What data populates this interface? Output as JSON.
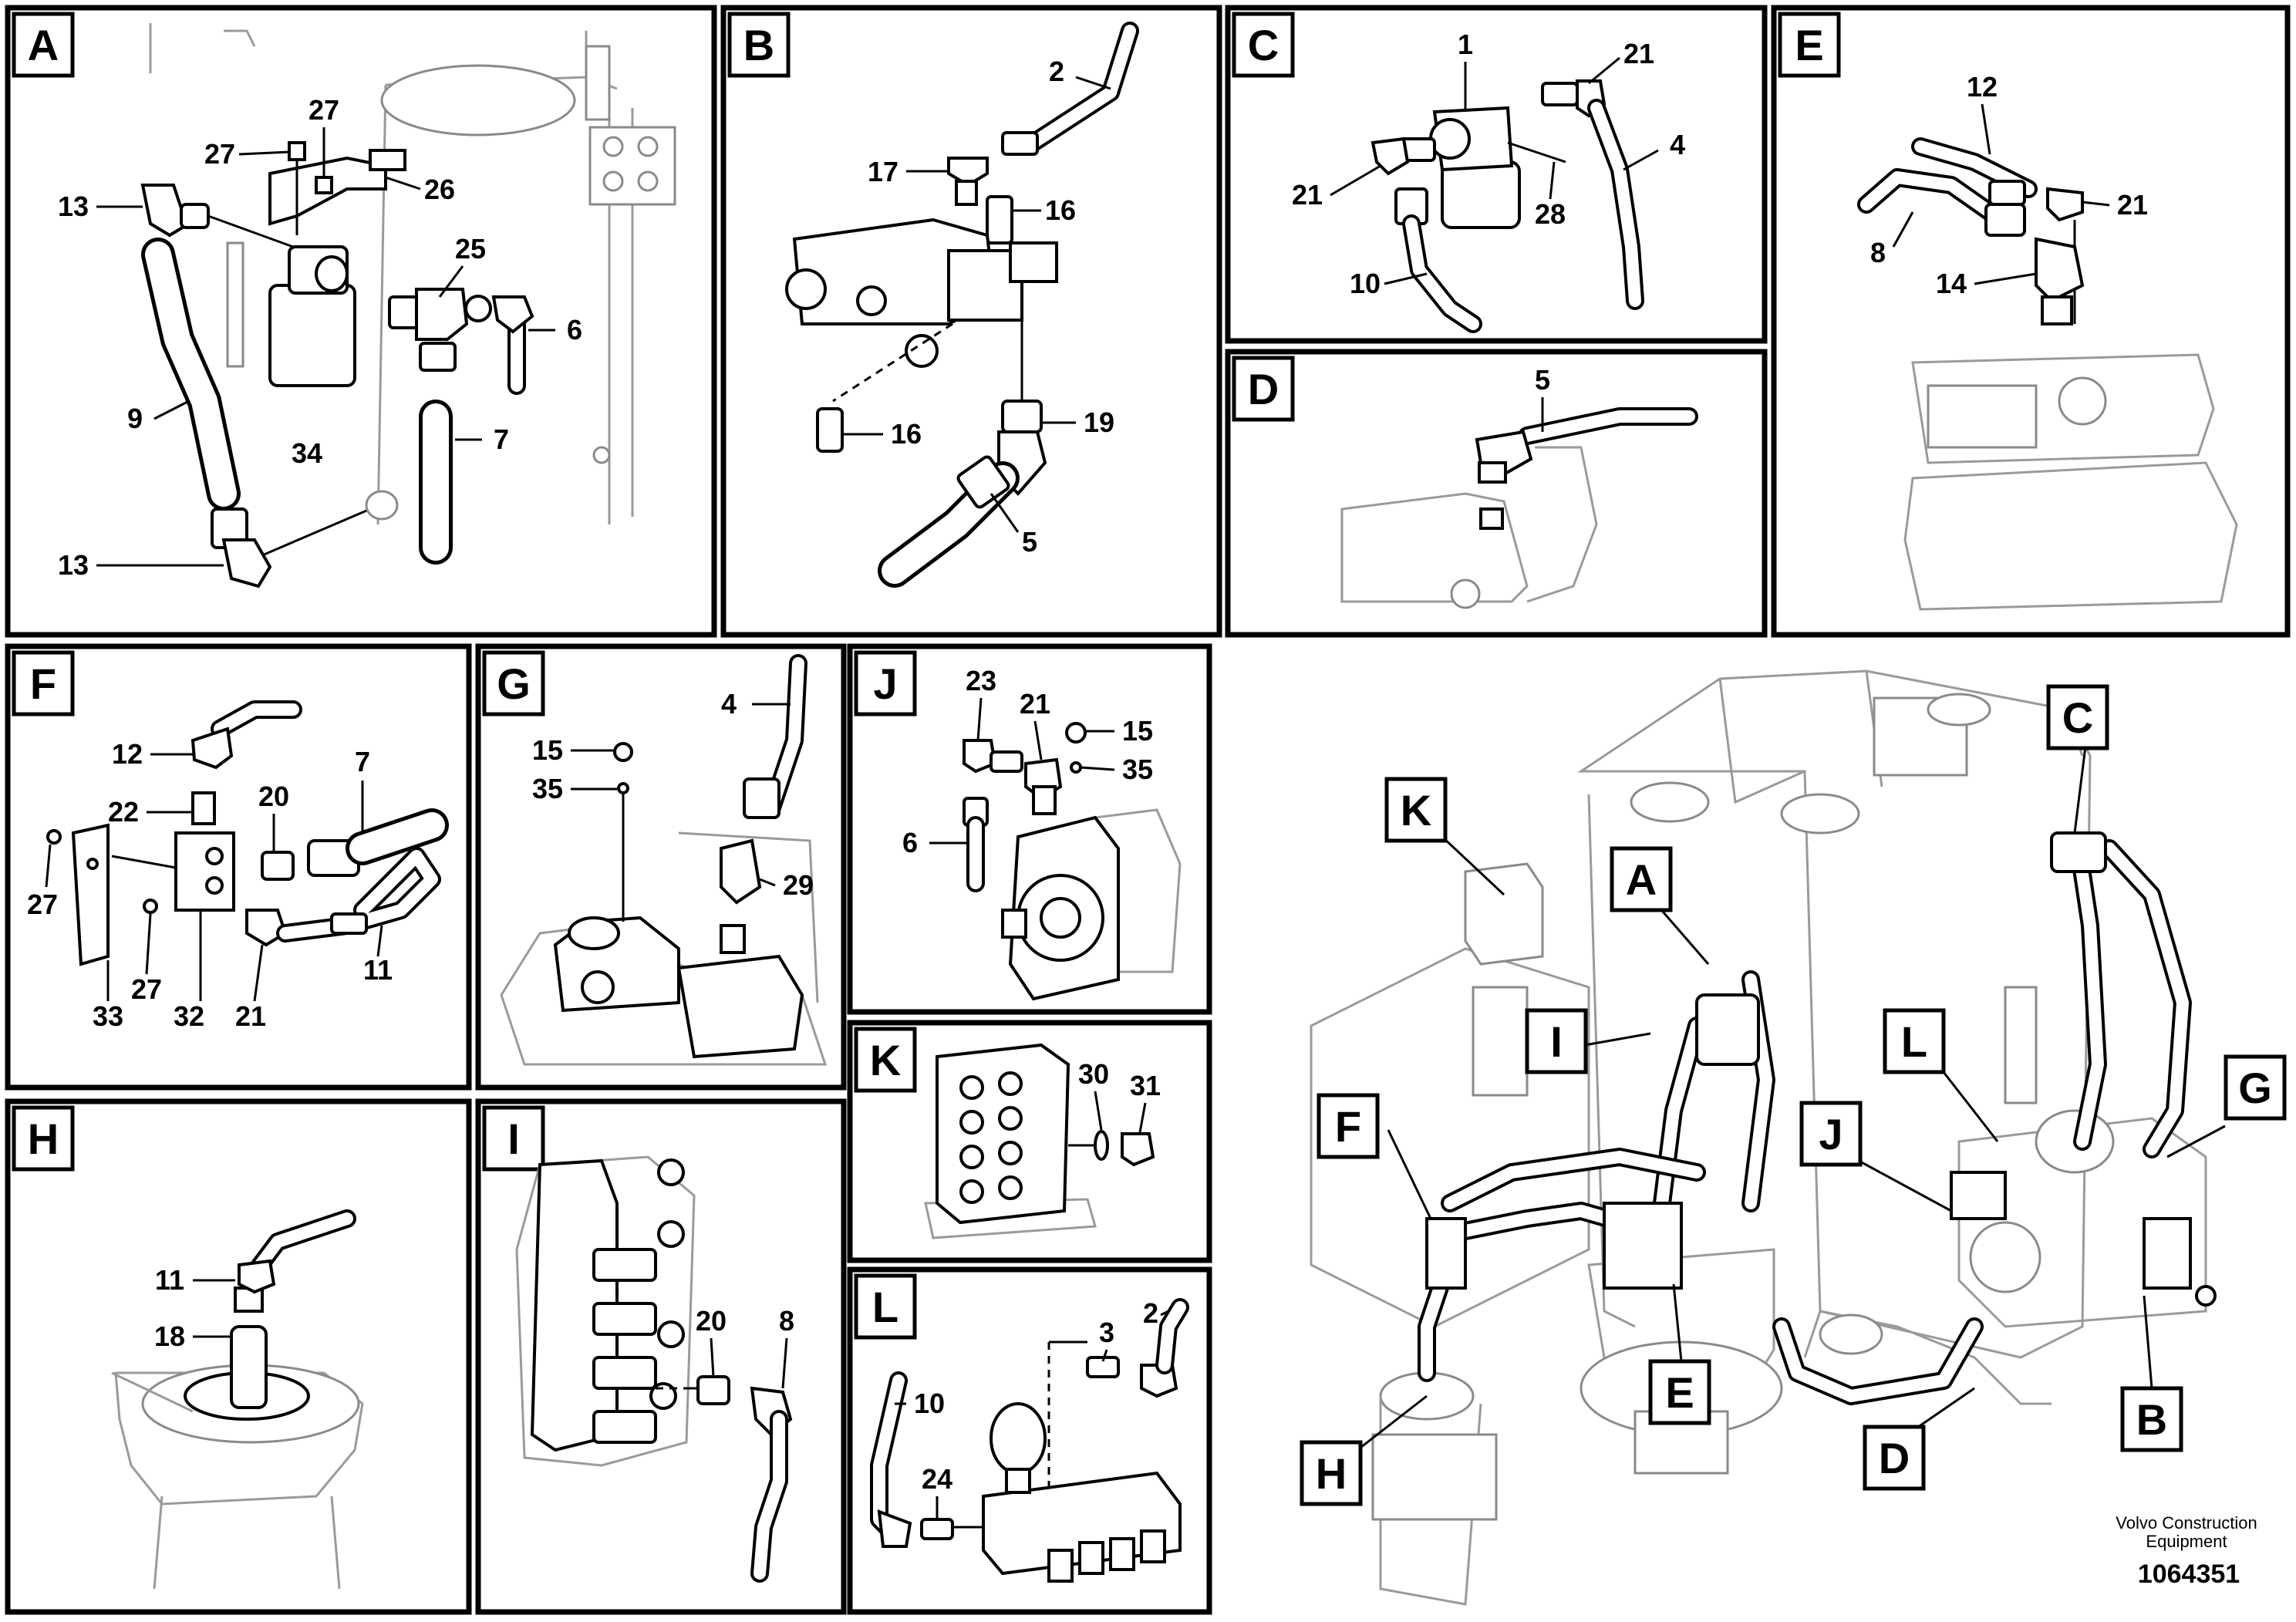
{
  "panels": {
    "A": {
      "tag": "A",
      "labels": [
        "27",
        "27",
        "13",
        "26",
        "25",
        "6",
        "9",
        "34",
        "7",
        "13"
      ]
    },
    "B": {
      "tag": "B",
      "labels": [
        "2",
        "17",
        "16",
        "16",
        "19",
        "5"
      ]
    },
    "C": {
      "tag": "C",
      "labels": [
        "1",
        "21",
        "21",
        "28",
        "4",
        "10"
      ]
    },
    "D": {
      "tag": "D",
      "labels": [
        "5"
      ]
    },
    "E": {
      "tag": "E",
      "labels": [
        "12",
        "21",
        "8",
        "14"
      ]
    },
    "F": {
      "tag": "F",
      "labels": [
        "12",
        "7",
        "22",
        "20",
        "27",
        "27",
        "11",
        "33",
        "32",
        "21"
      ]
    },
    "G": {
      "tag": "G",
      "labels": [
        "4",
        "15",
        "35",
        "29"
      ]
    },
    "H": {
      "tag": "H",
      "labels": [
        "11",
        "18"
      ]
    },
    "I": {
      "tag": "I",
      "labels": [
        "20",
        "8"
      ]
    },
    "J": {
      "tag": "J",
      "labels": [
        "23",
        "21",
        "15",
        "35",
        "6"
      ]
    },
    "K": {
      "tag": "K",
      "labels": [
        "30",
        "31"
      ]
    },
    "L": {
      "tag": "L",
      "labels": [
        "2",
        "3",
        "10",
        "24"
      ]
    }
  },
  "overview": {
    "callouts": [
      "C",
      "K",
      "A",
      "I",
      "F",
      "L",
      "J",
      "G",
      "E",
      "H",
      "D",
      "B"
    ]
  },
  "branding": {
    "company_line1": "Volvo Construction",
    "company_line2": "Equipment",
    "drawing_number": "1064351"
  }
}
